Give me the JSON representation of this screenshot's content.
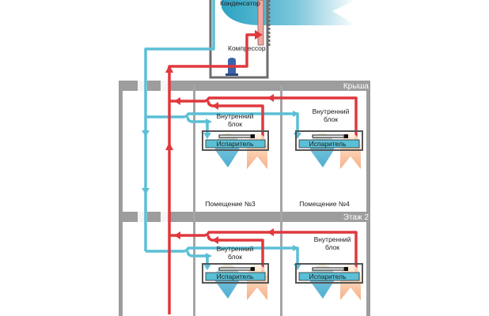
{
  "outdoor_unit": {
    "condenser_label": "Конденсатор",
    "compressor_label": "Компрессор"
  },
  "floors": [
    {
      "label": "Крыша"
    },
    {
      "label": "Этаж 2"
    }
  ],
  "rooms": [
    {
      "label": "Помещение №3"
    },
    {
      "label": "Помещение №4"
    }
  ],
  "indoor_units": [
    {
      "title_line1": "Внутренний",
      "title_line2": "блок",
      "evaporator_label": "Испаритель"
    },
    {
      "title_line1": "Внутренний",
      "title_line2": "блок",
      "evaporator_label": "Испаритель"
    },
    {
      "title_line1": "Внутренний",
      "title_line2": "блок",
      "evaporator_label": "Испаритель"
    },
    {
      "title_line1": "Внутренний",
      "title_line2": "блок",
      "evaporator_label": "Испаритель"
    }
  ],
  "colors": {
    "hot_line": "#e0383e",
    "cold_line": "#5bbfd6",
    "structure": "#9d9d9d",
    "evaporator": "#5bbfd6",
    "compressor": "#3a63a8"
  }
}
